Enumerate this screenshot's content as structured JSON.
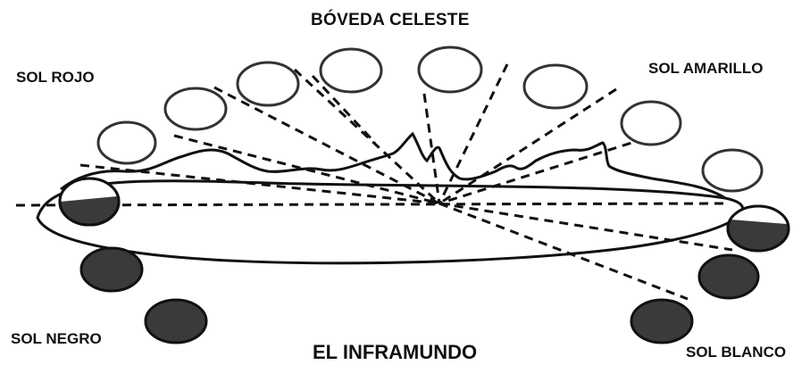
{
  "labels": {
    "boveda_celeste": "BÓVEDA CELESTE",
    "sol_rojo": "SOL ROJO",
    "sol_amarillo": "SOL AMARILLO",
    "sol_negro": "SOL NEGRO",
    "el_inframundo": "EL INFRAMUNDO",
    "sol_blanco": "SOL BLANCO"
  },
  "colors": {
    "line": "#111111",
    "upper_sun_fill": "#ffffff",
    "lower_sun_fill": "#3a3a3a"
  }
}
